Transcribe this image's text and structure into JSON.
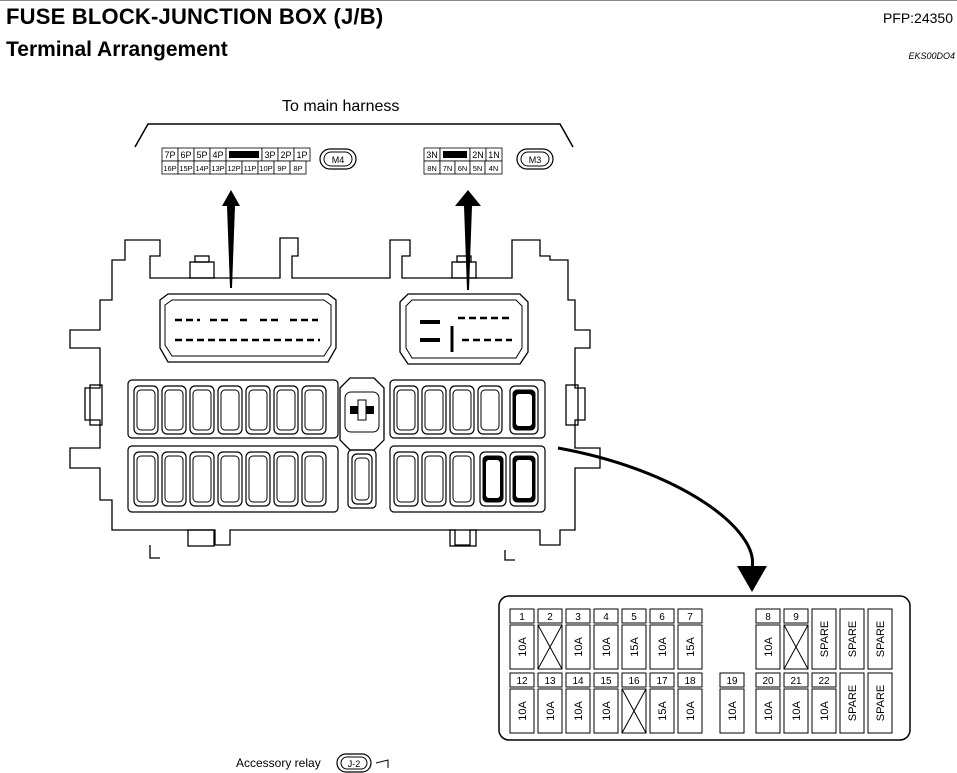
{
  "header": {
    "title": "FUSE BLOCK-JUNCTION BOX (J/B)",
    "subtitle": "Terminal Arrangement",
    "ref_code": "PFP:24350",
    "doc_code": "EKS00DO4"
  },
  "harness_label": "To main harness",
  "connector_m4": {
    "id": "M4",
    "top_row": [
      "7P",
      "6P",
      "5P",
      "4P",
      "",
      "3P",
      "2P",
      "1P"
    ],
    "bottom_row": [
      "16P",
      "15P",
      "14P",
      "13P",
      "12P",
      "11P",
      "10P",
      "9P",
      "8P"
    ]
  },
  "connector_m3": {
    "id": "M3",
    "top_row": [
      "3N",
      "",
      "2N",
      "1N"
    ],
    "bottom_row": [
      "8N",
      "7N",
      "6N",
      "5N",
      "4N"
    ]
  },
  "fuse_table": {
    "top_row": [
      {
        "num": "1",
        "rating": "10A"
      },
      {
        "num": "2",
        "rating": "X"
      },
      {
        "num": "3",
        "rating": "10A"
      },
      {
        "num": "4",
        "rating": "10A"
      },
      {
        "num": "5",
        "rating": "15A"
      },
      {
        "num": "6",
        "rating": "10A"
      },
      {
        "num": "7",
        "rating": "15A"
      },
      {
        "num": "8",
        "rating": "10A"
      },
      {
        "num": "9",
        "rating": "X"
      },
      {
        "num": "",
        "rating": "SPARE"
      },
      {
        "num": "",
        "rating": "SPARE"
      },
      {
        "num": "",
        "rating": "SPARE"
      }
    ],
    "bottom_row": [
      {
        "num": "12",
        "rating": "10A"
      },
      {
        "num": "13",
        "rating": "10A"
      },
      {
        "num": "14",
        "rating": "10A"
      },
      {
        "num": "15",
        "rating": "10A"
      },
      {
        "num": "16",
        "rating": "X"
      },
      {
        "num": "17",
        "rating": "15A"
      },
      {
        "num": "18",
        "rating": "10A"
      },
      {
        "num": "19",
        "rating": "10A"
      },
      {
        "num": "20",
        "rating": "10A"
      },
      {
        "num": "21",
        "rating": "10A"
      },
      {
        "num": "22",
        "rating": "10A"
      },
      {
        "num": "",
        "rating": "SPARE"
      },
      {
        "num": "",
        "rating": "SPARE"
      }
    ]
  },
  "accessory_relay": {
    "label": "Accessory relay",
    "id": "J-2"
  }
}
